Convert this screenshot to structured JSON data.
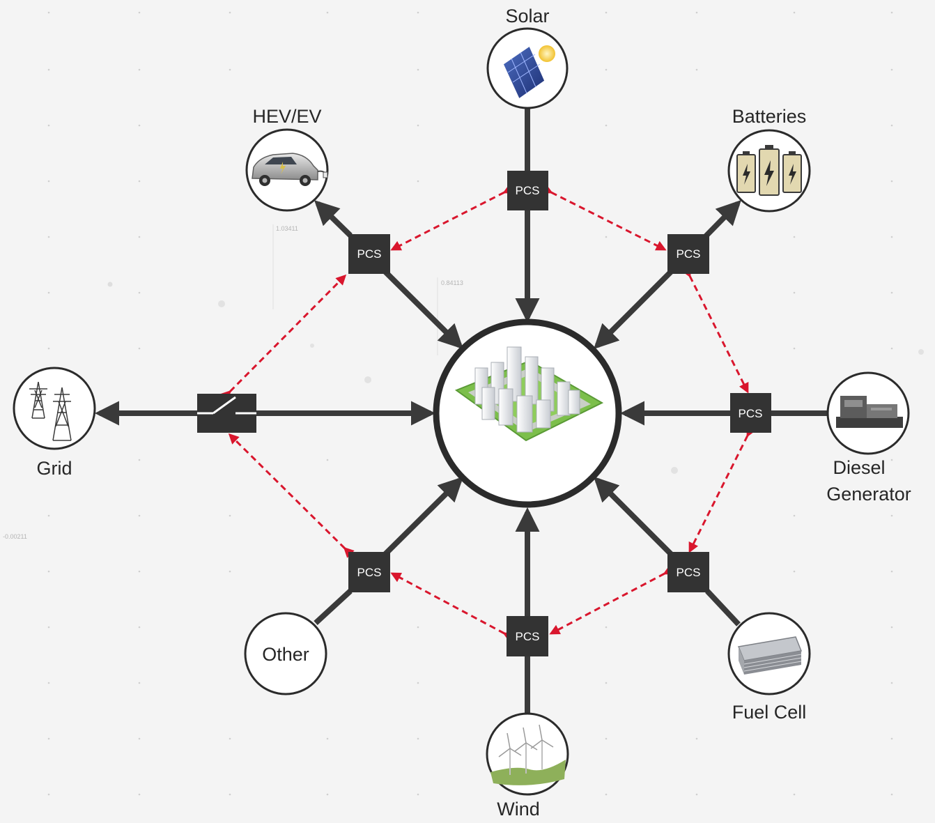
{
  "diagram": {
    "background_marks": [
      "1.03411",
      "0.84113",
      "-0.00211"
    ],
    "colors": {
      "connector": "#3a3a3a",
      "pcs_box": "#333333",
      "communication_link": "#d9162d",
      "background": "#f4f4f4"
    },
    "hub": {
      "icon": "city-buildings-icon"
    },
    "nodes": {
      "solar": {
        "label": "Solar",
        "icon": "solar-panel-icon"
      },
      "batteries": {
        "label": "Batteries",
        "icon": "battery-icon"
      },
      "diesel": {
        "line1": "Diesel",
        "line2": "Generator",
        "icon": "generator-icon"
      },
      "fuel_cell": {
        "label": "Fuel Cell",
        "icon": "fuel-cell-icon"
      },
      "wind": {
        "label": "Wind",
        "icon": "wind-turbine-icon"
      },
      "other": {
        "label": "Other"
      },
      "grid": {
        "label": "Grid",
        "icon": "transmission-tower-icon"
      },
      "hev": {
        "label": "HEV/EV",
        "icon": "electric-car-icon"
      }
    },
    "pcs_label": "PCS",
    "switch": {
      "icon": "switch-icon"
    }
  }
}
